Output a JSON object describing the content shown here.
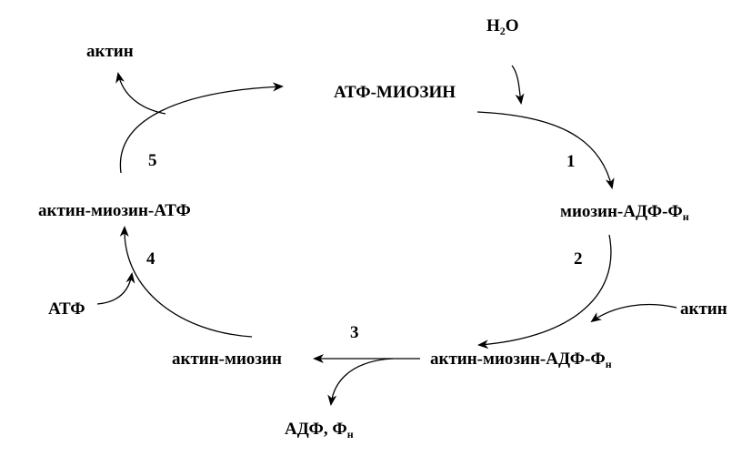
{
  "nodes": {
    "atp_myosin": "АТФ-МИОЗИН",
    "myosin_adp_pi_main": "миозин-АДФ-Ф",
    "myosin_adp_pi_sub": "н",
    "actomyosin_adp_pi_main": "актин-миозин-АДФ-Ф",
    "actomyosin_adp_pi_sub": "н",
    "actomyosin": "актин-миозин",
    "actomyosin_atp": "актин-миозин-АТФ"
  },
  "inputs": {
    "water_h": "H",
    "water_sub": "2",
    "water_o": "O",
    "actin_in": "актин",
    "atp_in": "АТФ"
  },
  "outputs": {
    "actin_out": "актин",
    "adp_pi_main": "АДФ, Ф",
    "adp_pi_sub": "н"
  },
  "steps": [
    "1",
    "2",
    "3",
    "4",
    "5"
  ]
}
